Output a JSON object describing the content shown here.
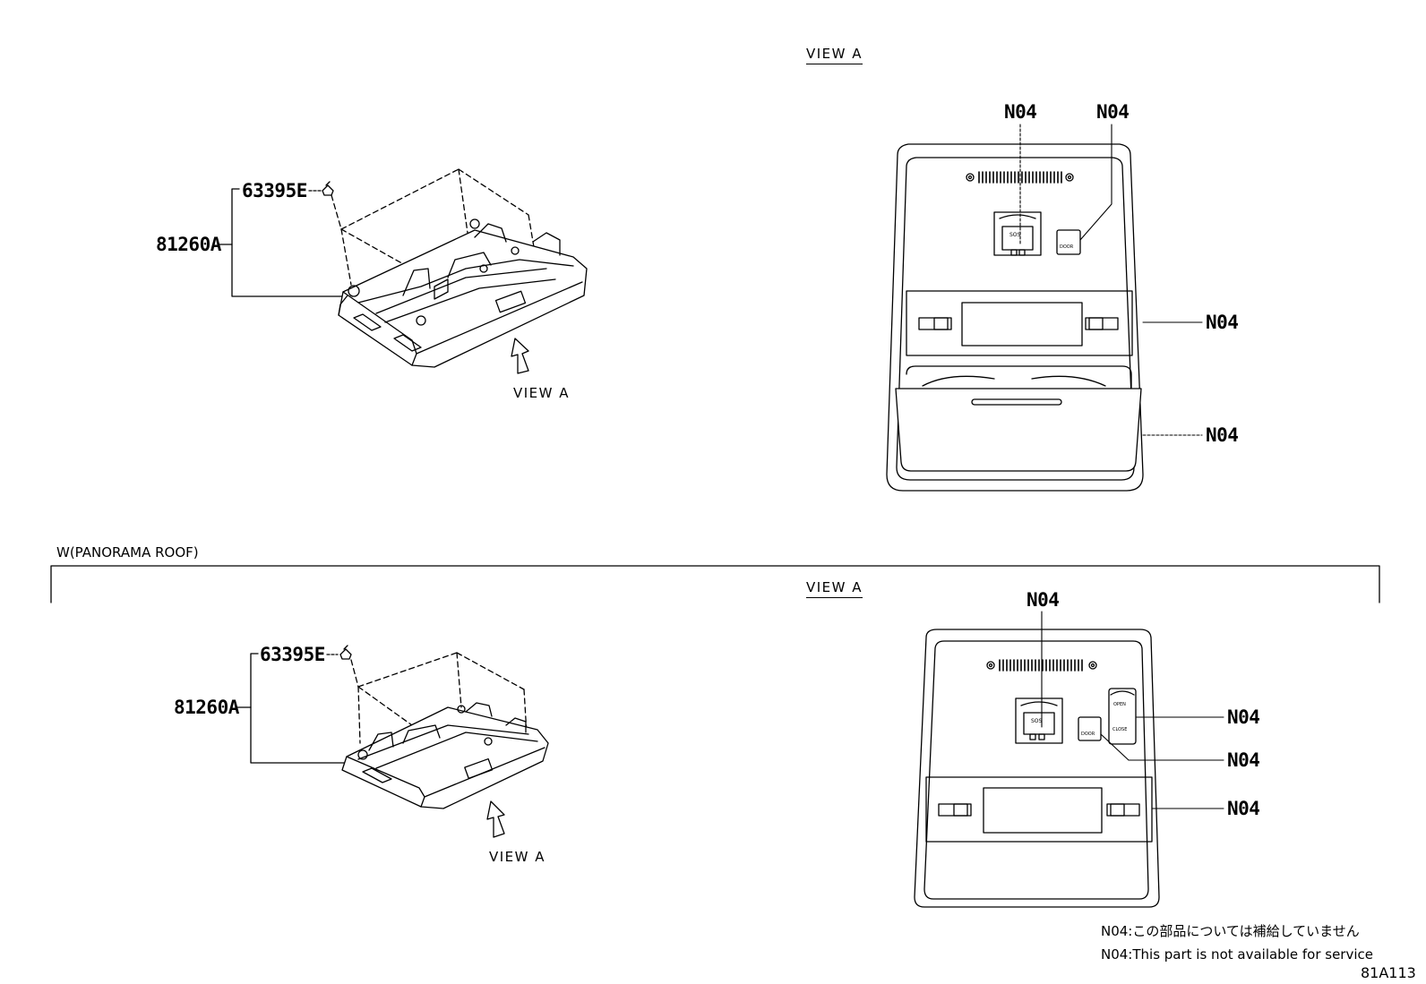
{
  "top": {
    "assembly_part": "81260A",
    "clip_part": "63395E",
    "view_arrow_label": "VIEW A",
    "view_title": "VIEW A",
    "callouts": [
      "N04",
      "N04",
      "N04",
      "N04"
    ],
    "button_texts": [
      "SOS",
      "DOOR"
    ]
  },
  "section": {
    "title": "W(PANORAMA ROOF)"
  },
  "bottom": {
    "assembly_part": "81260A",
    "clip_part": "63395E",
    "view_arrow_label": "VIEW A",
    "view_title": "VIEW A",
    "callouts": [
      "N04",
      "N04",
      "N04",
      "N04"
    ],
    "button_texts": [
      "SOS",
      "DOOR",
      "OPEN",
      "CLOSE"
    ]
  },
  "notes": {
    "jp": "N04:この部品については補給していません",
    "en": "N04:This part is not available for service"
  },
  "diagram_code": "81A113"
}
